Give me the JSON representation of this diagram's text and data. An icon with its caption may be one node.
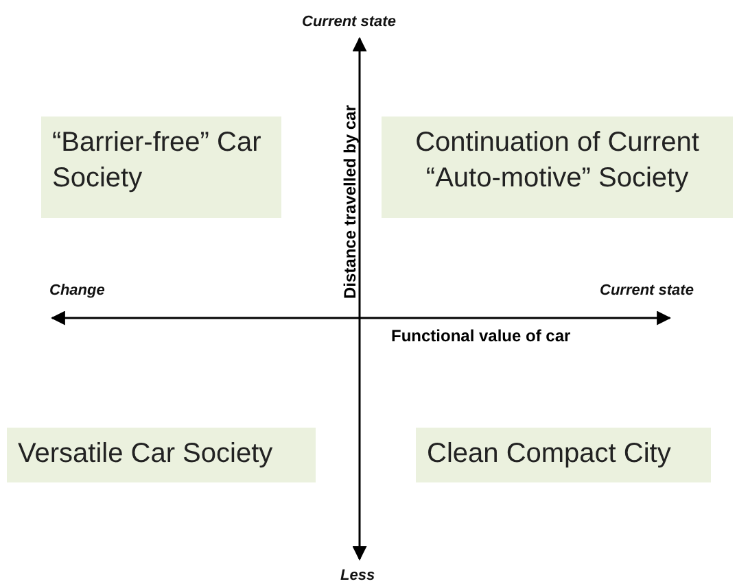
{
  "diagram": {
    "nodes": [
      {
        "text": [
          "“Barrier-free” Car Society"
        ]
      },
      {
        "text": [
          "Continuation of Current “Auto-motive” Society"
        ]
      },
      {
        "text": [
          "Versatile Car Society"
        ]
      },
      {
        "text": [
          "Clean Compact City"
        ]
      }
    ],
    "labels": [
      "Current state",
      "Distance travelled by car",
      "Change",
      "Current state",
      "Functional value of car",
      "Less"
    ]
  }
}
